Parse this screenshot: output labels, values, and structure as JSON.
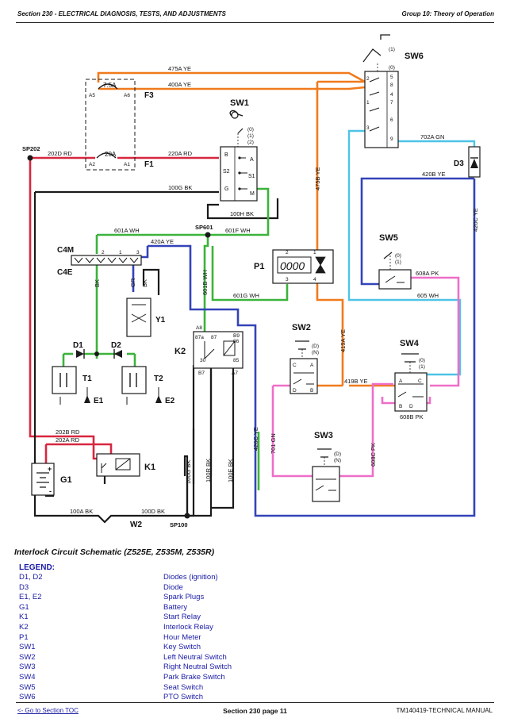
{
  "header": {
    "section": "Section 230 - ELECTRICAL DIAGNOSIS, TESTS, AND ADJUSTMENTS",
    "group": "Group 10: Theory of Operation"
  },
  "colors": {
    "orange": "#f07a1c",
    "red": "#d8263f",
    "black": "#1a1a1a",
    "green": "#3bb33b",
    "blue": "#3343b8",
    "cyan": "#4ec3e6",
    "pink": "#ee6ec8",
    "text_blue": "#1a1aa6"
  },
  "components": {
    "F3": "F3",
    "F1": "F1",
    "SW1": "SW1",
    "SW2": "SW2",
    "SW3": "SW3",
    "SW4": "SW4",
    "SW5": "SW5",
    "SW6": "SW6",
    "D3": "D3",
    "P1": "P1",
    "K1": "K1",
    "K2": "K2",
    "G1": "G1",
    "T1": "T1",
    "T2": "T2",
    "E1": "E1",
    "E2": "E2",
    "Y1": "Y1",
    "D1": "D1",
    "D2": "D2",
    "C4M": "C4M",
    "C4E": "C4E",
    "W2": "W2",
    "SP202": "SP202",
    "SP601": "SP601",
    "SP100": "SP100"
  },
  "wires": {
    "w475A": "475A YE",
    "w400A": "400A YE",
    "w202D": "202D RD",
    "w220A": "220A RD",
    "w100G": "100G BK",
    "w100H": "100H BK",
    "w601A": "601A WH",
    "w601F": "601F WH",
    "w420A": "420A YE",
    "w601B": "601B WH",
    "w601G": "601G WH",
    "w475B": "475B YE",
    "w702A": "702A GN",
    "w420B": "420B YE",
    "w420C_right": "420C YE",
    "w608A": "608A PK",
    "w605": "605 WH",
    "w419A": "419A YE",
    "w419B": "419B YE",
    "w608B": "608B PK",
    "w608C": "608C PK",
    "w701": "701 GN",
    "w420C_left": "420C YE",
    "w202B": "202B RD",
    "w202A": "202A RD",
    "w100A": "100A BK",
    "w100D": "100D BK",
    "w100G_v": "100G BK",
    "w100R": "100R BK",
    "w100E": "100E BK"
  },
  "pins": {
    "A5": "A5",
    "A6": "A6",
    "A2": "A2",
    "A1": "A1",
    "f3_rating": "7.5A",
    "f1_rating": "20A",
    "B": "B",
    "A": "A",
    "S2": "S2",
    "S1": "S1",
    "G": "G",
    "M": "M",
    "p0": "(0)",
    "p1": "(1)",
    "p2": "(2)",
    "pD": "(D)",
    "pN": "(N)",
    "n1": "1",
    "n2": "2",
    "n3": "3",
    "n4": "4",
    "n5": "5",
    "n6": "6",
    "n7": "7",
    "n8": "8",
    "n9": "9",
    "k2_87a": "87a",
    "k2_87": "87",
    "k2_86": "86",
    "k2_30": "30",
    "k2_85": "85",
    "B7": "B7",
    "A8": "A8",
    "B9": "B9",
    "A7": "A7",
    "C": "C",
    "D": "D",
    "BK": "BK",
    "GR": "GR",
    "plus": "+",
    "minus": "-",
    "meter": "0000"
  },
  "caption": "Interlock Circuit Schematic (Z525E, Z535M, Z535R)",
  "legend": {
    "title": "LEGEND:",
    "items": [
      {
        "code": "D1, D2",
        "desc": "Diodes (ignition)"
      },
      {
        "code": "D3",
        "desc": "Diode"
      },
      {
        "code": "E1, E2",
        "desc": "Spark Plugs"
      },
      {
        "code": "G1",
        "desc": "Battery"
      },
      {
        "code": "K1",
        "desc": "Start Relay"
      },
      {
        "code": "K2",
        "desc": "Interlock Relay"
      },
      {
        "code": "P1",
        "desc": "Hour Meter"
      },
      {
        "code": "SW1",
        "desc": "Key Switch"
      },
      {
        "code": "SW2",
        "desc": "Left Neutral Switch"
      },
      {
        "code": "SW3",
        "desc": "Right Neutral Switch"
      },
      {
        "code": "SW4",
        "desc": "Park Brake Switch"
      },
      {
        "code": "SW5",
        "desc": "Seat Switch"
      },
      {
        "code": "SW6",
        "desc": "PTO Switch"
      }
    ]
  },
  "footer": {
    "toc_link": "<- Go to Section TOC",
    "page": "Section 230 page 11",
    "manual": "TM140419-TECHNICAL MANUAL"
  }
}
